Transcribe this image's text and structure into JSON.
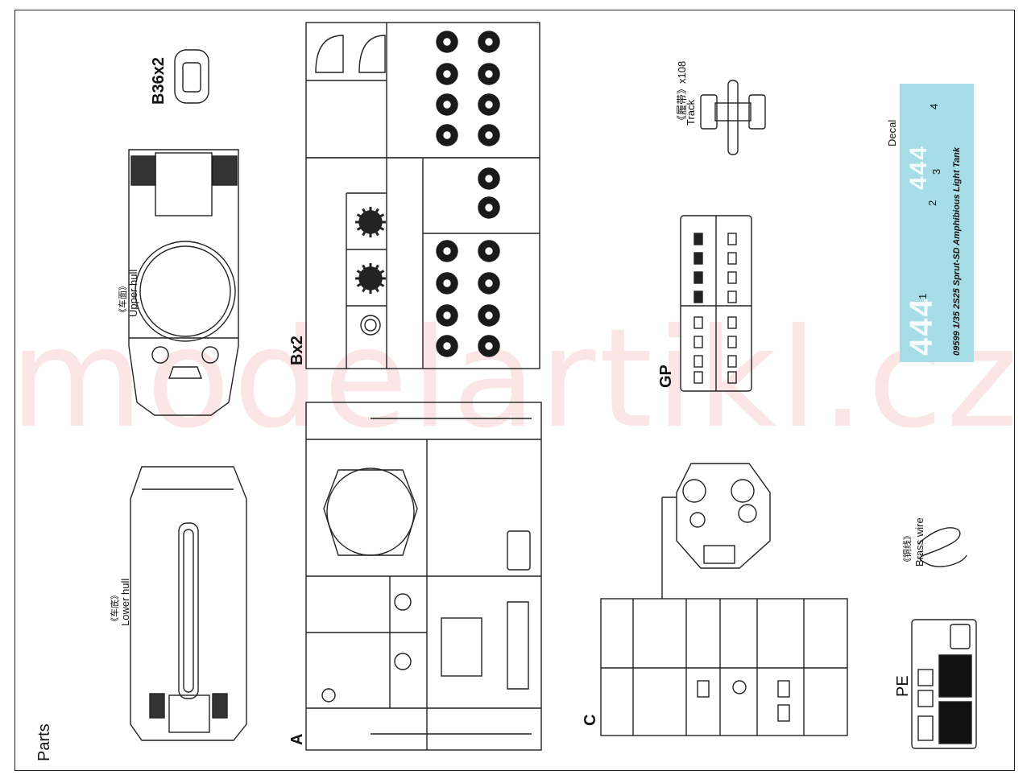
{
  "title": "Parts",
  "watermark": "modelartikl.cz",
  "hulls": {
    "upper": {
      "cn": "《车面》",
      "en": "Upper hull"
    },
    "lower": {
      "cn": "《车底》",
      "en": "Lower hull"
    }
  },
  "sprues": {
    "b36": "B36x2",
    "b": "Bx2",
    "a": "A",
    "c": "C",
    "gp": "GP",
    "pe": "PE"
  },
  "track": {
    "cn": "《履带》x108",
    "en": "Track"
  },
  "decal": {
    "label": "Decal",
    "sheet_text": "09599 1/35  2S25 Sprut-SD Amphibious Light Tank",
    "marks": [
      "444",
      "444"
    ],
    "numbers": [
      "1",
      "2",
      "3",
      "4"
    ]
  },
  "brass": {
    "cn": "《铜线》",
    "en": "Brass wire"
  }
}
